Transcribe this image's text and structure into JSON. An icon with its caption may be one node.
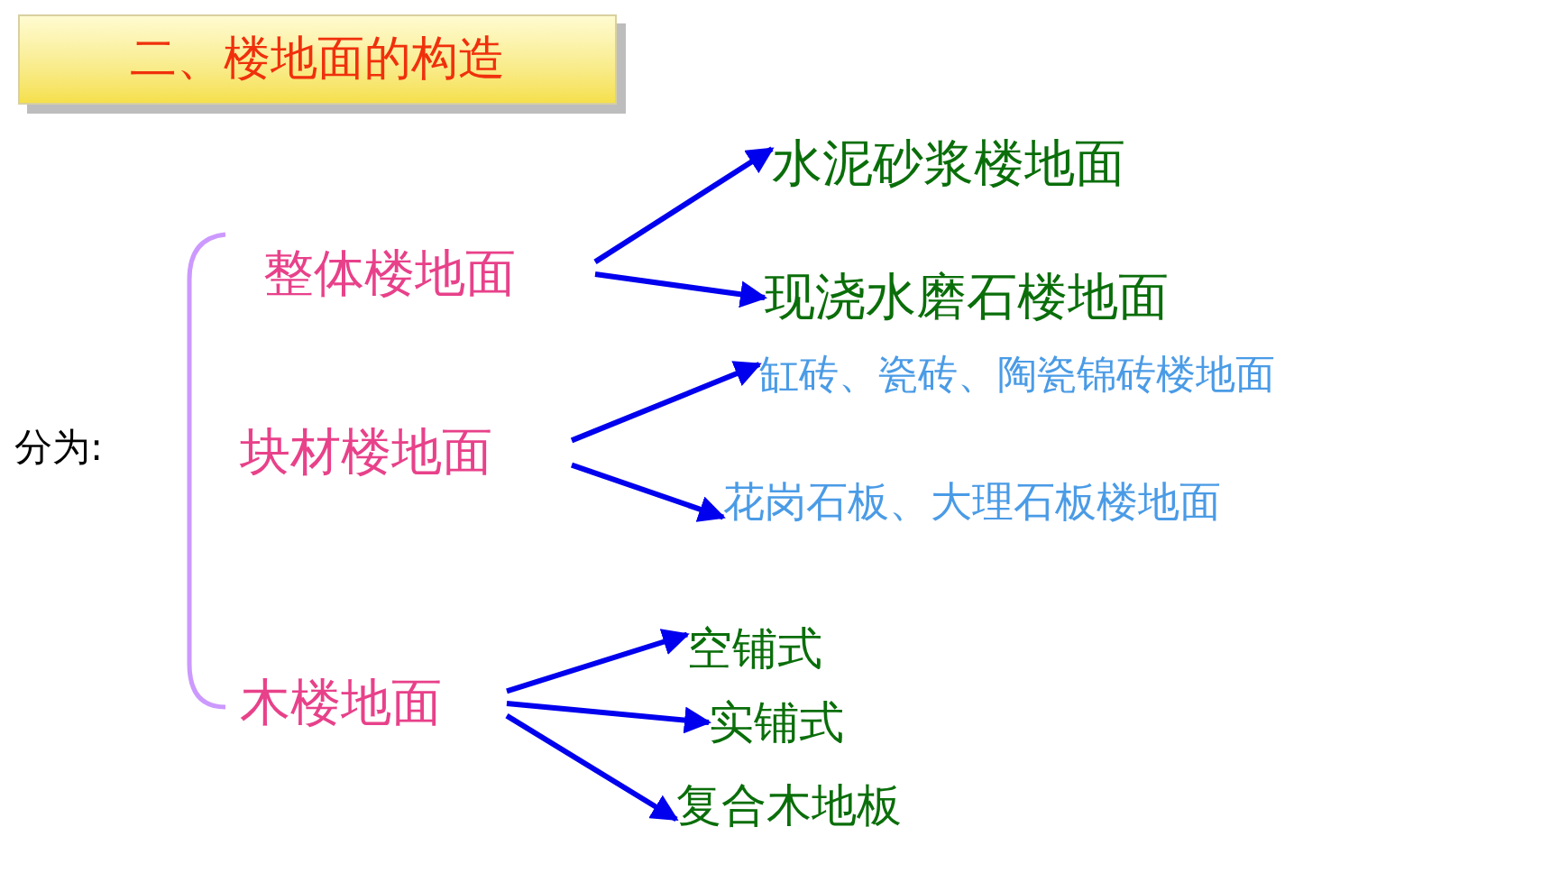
{
  "diagram": {
    "title": "二、楼地面的构造",
    "nodes": [
      {
        "text": [
          "整体楼地面"
        ]
      },
      {
        "text": [
          "块材楼地面"
        ]
      },
      {
        "text": [
          "木楼地面"
        ]
      },
      {
        "text": [
          "水泥砂浆楼地面"
        ]
      },
      {
        "text": [
          "现浇水磨石楼地面"
        ]
      },
      {
        "text": [
          "缸砖、瓷砖、陶瓷锦砖楼地面"
        ]
      },
      {
        "text": [
          "花岗石板、大理石板楼地面"
        ]
      },
      {
        "text": [
          "空铺式"
        ]
      },
      {
        "text": [
          "实铺式"
        ]
      },
      {
        "text": [
          "复合木地板"
        ]
      }
    ],
    "edges": [
      {
        "from": 0,
        "to": 3,
        "arrow": "to"
      },
      {
        "from": 0,
        "to": 4,
        "arrow": "to"
      },
      {
        "from": 1,
        "to": 5,
        "arrow": "to"
      },
      {
        "from": 1,
        "to": 6,
        "arrow": "to"
      },
      {
        "from": 2,
        "to": 7,
        "arrow": "to"
      },
      {
        "from": 2,
        "to": 8,
        "arrow": "to"
      },
      {
        "from": 2,
        "to": 9,
        "arrow": "to"
      }
    ],
    "labels": [
      "分为:"
    ]
  }
}
